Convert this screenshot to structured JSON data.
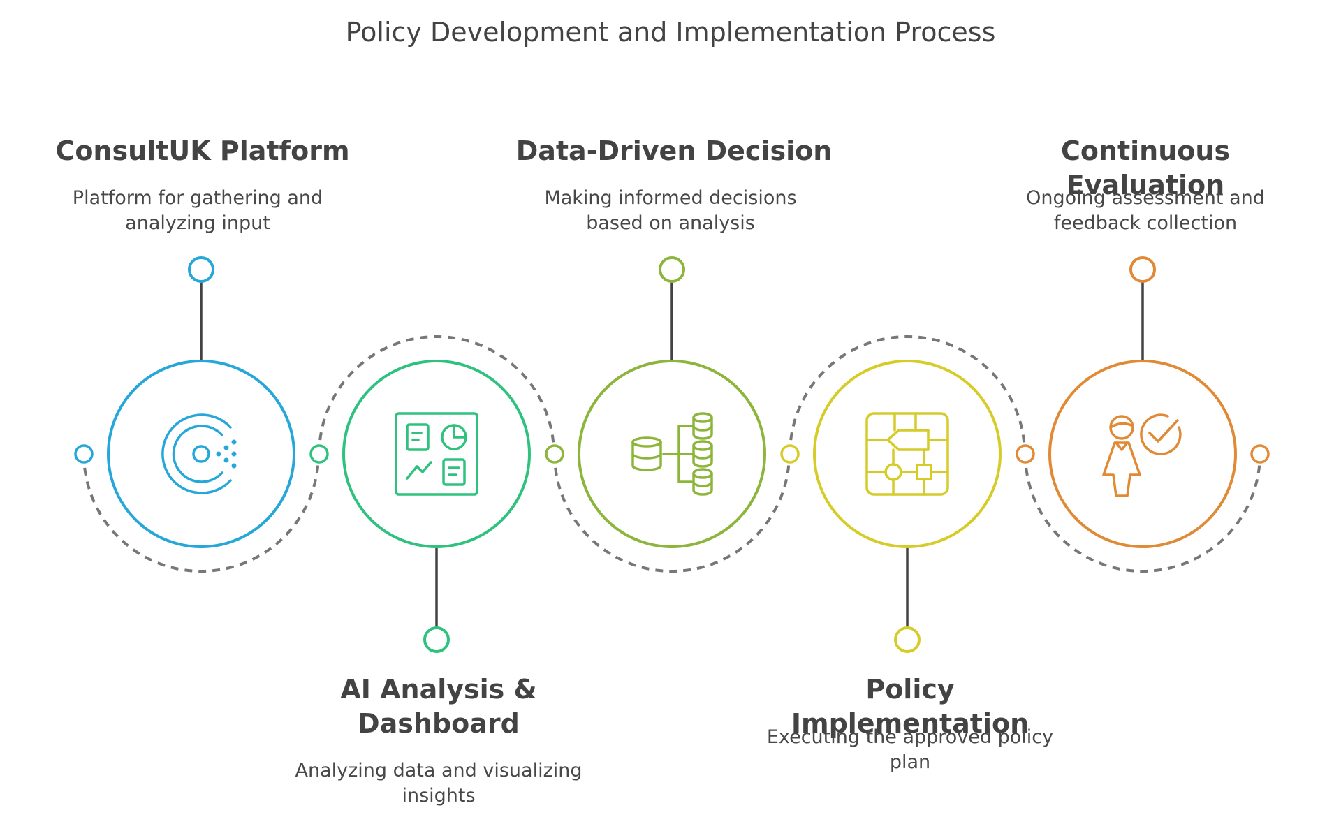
{
  "title": "Policy Development and Implementation Process",
  "colors": {
    "connector": "#434343",
    "dashed_arc": "#777777",
    "text": "#434343"
  },
  "steps": [
    {
      "title": "ConsultUK Platform",
      "description": "Platform for gathering and analyzing input",
      "color": "#25a7d9",
      "icon": "consultation-logo-icon",
      "label_side": "top"
    },
    {
      "title": "AI Analysis & Dashboard",
      "description": "Analyzing data and visualizing insights",
      "color": "#2ec27e",
      "icon": "dashboard-icon",
      "label_side": "bottom"
    },
    {
      "title": "Data-Driven Decision",
      "description": "Making informed decisions based on analysis",
      "color": "#8db53c",
      "icon": "database-tree-icon",
      "label_side": "top"
    },
    {
      "title": "Policy Implementation",
      "description": "Executing the approved policy plan",
      "color": "#d6cc28",
      "icon": "flowchart-icon",
      "label_side": "bottom"
    },
    {
      "title": "Continuous Evaluation",
      "description": "Ongoing assessment and feedback collection",
      "color": "#e08a35",
      "icon": "person-check-icon",
      "label_side": "top"
    }
  ]
}
